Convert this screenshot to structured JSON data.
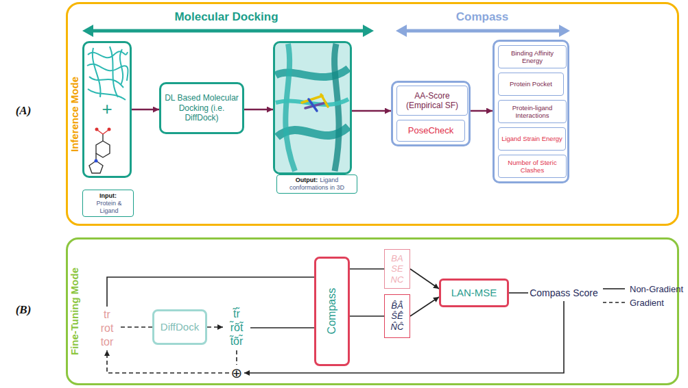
{
  "diagram": {
    "nodes": [
      {
        "text": [
          "Inference Mode"
        ]
      },
      {
        "text": [
          "+"
        ],
        "in": 0
      },
      {
        "text": [
          "Input:",
          "Protein & Ligand"
        ],
        "in": 0
      },
      {
        "text": [
          "DL Based Molecular Docking (i.e. DiffDock)"
        ],
        "in": 0
      },
      {
        "text": [
          "Output:",
          "Ligand conformations in 3D"
        ],
        "in": 0
      },
      {
        "text": [],
        "in": 0
      },
      {
        "text": [
          "AA-Score (Empirical SF)"
        ],
        "in": 5
      },
      {
        "text": [
          "PoseCheck"
        ],
        "in": 5
      },
      {
        "text": [],
        "in": 0
      },
      {
        "text": [
          "Binding Affinity Energy"
        ],
        "in": 8
      },
      {
        "text": [
          "Protein Pocket"
        ],
        "in": 8
      },
      {
        "text": [
          "Protein-ligand Interactions"
        ],
        "in": 8
      },
      {
        "text": [
          "Ligand Strain Energy"
        ],
        "in": 8
      },
      {
        "text": [
          "Number of Steric Clashes"
        ],
        "in": 8
      },
      {
        "text": [
          "Fine-Tuning Mode"
        ]
      },
      {
        "text": [
          "tr",
          "rot",
          "tor"
        ],
        "in": 14
      },
      {
        "text": [
          "DiffDock"
        ],
        "in": 14
      },
      {
        "text": [
          "t̃r̃",
          "r̃õt̃",
          "t̃õr̃"
        ],
        "in": 14
      },
      {
        "text": [
          "Compass"
        ],
        "in": 14
      },
      {
        "text": [
          "BA",
          "SE",
          "NC"
        ],
        "in": 14
      },
      {
        "text": [
          "B̂Â",
          "ŜÊ",
          "N̂Ĉ"
        ],
        "in": 14
      },
      {
        "text": [
          "LAN-MSE"
        ],
        "in": 14
      },
      {
        "text": [
          "Compass Score"
        ],
        "in": 14
      },
      {
        "text": [
          "⊕"
        ],
        "in": 14
      }
    ],
    "edges": [
      {
        "from": 1,
        "to": 3,
        "arrow": "to"
      },
      {
        "from": 3,
        "to": 4,
        "arrow": "to"
      },
      {
        "from": 4,
        "to": 5,
        "arrow": "to"
      },
      {
        "from": 5,
        "to": 8,
        "arrow": "to"
      },
      {
        "from": 15,
        "to": 16,
        "arrow": "none"
      },
      {
        "from": 16,
        "to": 17,
        "arrow": "to"
      },
      {
        "from": 15,
        "to": 18,
        "arrow": "none"
      },
      {
        "from": 18,
        "to": 19,
        "arrow": "none"
      },
      {
        "from": 17,
        "to": 18,
        "arrow": "none"
      },
      {
        "from": 18,
        "to": 20,
        "arrow": "none"
      },
      {
        "from": 19,
        "to": 21,
        "arrow": "to"
      },
      {
        "from": 20,
        "to": 21,
        "arrow": "to"
      },
      {
        "from": 21,
        "to": 22,
        "arrow": "none"
      },
      {
        "from": 22,
        "to": 23,
        "arrow": "to"
      },
      {
        "from": 17,
        "to": 23,
        "arrow": "none"
      },
      {
        "from": 23,
        "to": 15,
        "arrow": "to"
      }
    ],
    "labels": [
      "(A)",
      "Molecular Docking",
      "Compass",
      "(B)"
    ],
    "legend": [
      {
        "text": "Non-Gradient"
      },
      {
        "text": "Gradient"
      }
    ]
  }
}
